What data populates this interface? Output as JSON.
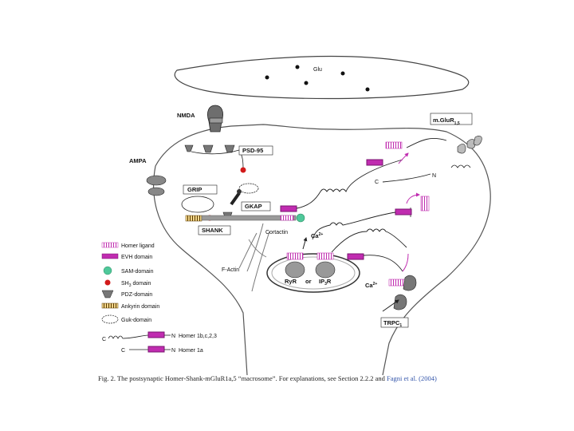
{
  "labels": {
    "glu": "Glu",
    "nmda": "NMDA",
    "mglur": "m.GluR",
    "mglur_sub": "1,5",
    "psd95": "PSD-95",
    "ampa": "AMPA",
    "grip": "GRIP",
    "gkap": "GKAP",
    "shank": "SHANK",
    "cortactin": "Cortactin",
    "factin": "F-Actin",
    "ca_top": "Ca",
    "ca_top_sup": "2+",
    "ca_right": "Ca",
    "ca_right_sup": "2+",
    "ryr": "RyR",
    "or": "or",
    "ip3r": "IP",
    "ip3r_sub": "3",
    "ip3r_suffix": "R",
    "trpc": "TRPC",
    "trpc_sub": "1",
    "n_terminal": "N",
    "c_terminal": "C"
  },
  "legend": {
    "items": [
      {
        "icon": "homer-ligand-icon",
        "text": "Homer ligand"
      },
      {
        "icon": "evh-domain-icon",
        "text": "EVH domain"
      },
      {
        "icon": "sam-domain-icon",
        "text": "SAM-domain"
      },
      {
        "icon": "sh3-domain-icon",
        "text": "SH",
        "sub": "3",
        "suffix": " domain"
      },
      {
        "icon": "pdz-domain-icon",
        "text": "PDZ-domain"
      },
      {
        "icon": "ankyrin-domain-icon",
        "text": "Ankyrin domain"
      },
      {
        "icon": "guk-domain-icon",
        "text": "Guk-domain"
      }
    ],
    "homer_long": {
      "c": "C",
      "n": "N",
      "text": "Homer 1b,c,2,3"
    },
    "homer_short": {
      "c": "C",
      "n": "N",
      "text": "Homer 1a"
    }
  },
  "caption": {
    "text": "Fig. 2. The postsynaptic Homer-Shank-mGluR1a,5 “macrosome”. For explanations, see Section 2.2.2 and ",
    "link": "Fagni et al. (2004)"
  },
  "colors": {
    "magenta": "#c02cb0",
    "sh3_red": "#d21a1a",
    "sam_green": "#4fc89a",
    "ankyrin": "#c89a2a",
    "grey": "#6e6e6e"
  }
}
